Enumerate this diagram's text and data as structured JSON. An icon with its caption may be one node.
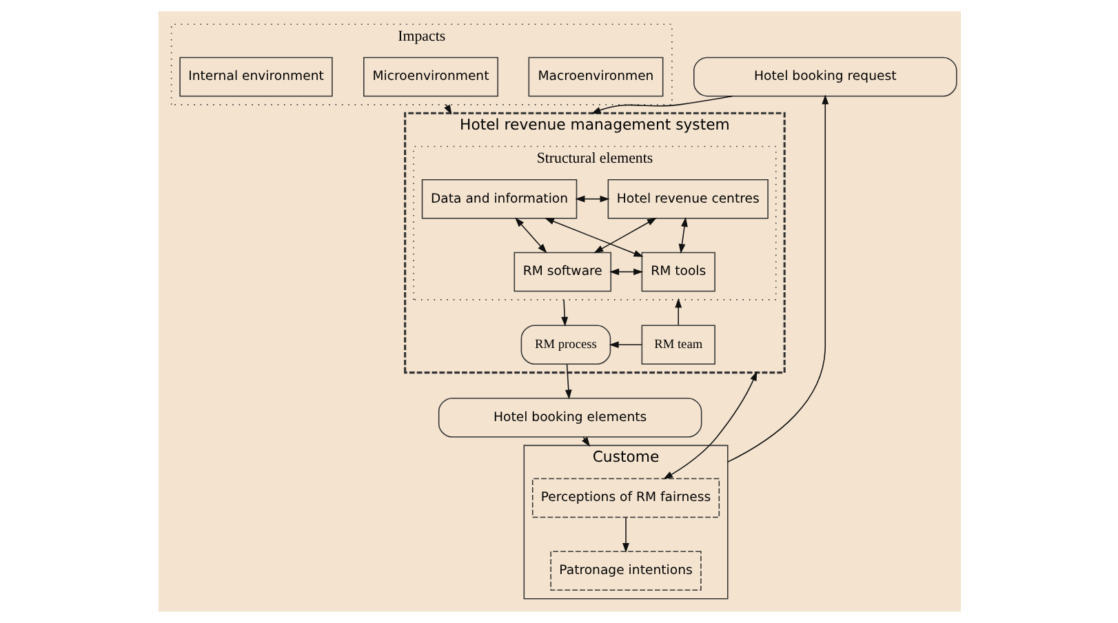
{
  "diagram": {
    "nodes": [
      {
        "text": [
          "Hotel booking request"
        ]
      },
      {
        "text": [
          "Custome"
        ]
      },
      {
        "text": [
          "Patronage intentions"
        ],
        "in": 1
      },
      {
        "text": [
          "Perceptions of RM fairness"
        ],
        "in": 1
      },
      {
        "text": [
          "Hotel revenue management system"
        ]
      },
      {
        "text": [
          "Structural elements"
        ],
        "in": 4
      },
      {
        "text": [
          "Data and information"
        ],
        "in": 5
      },
      {
        "text": [
          "Hotel revenue centres"
        ],
        "in": 5
      },
      {
        "text": [
          "RM software"
        ],
        "in": 5
      },
      {
        "text": [
          "RM tools"
        ],
        "in": 5
      },
      {
        "text": [
          "RM process"
        ],
        "in": 4
      },
      {
        "text": [
          "RM team"
        ],
        "in": 4
      },
      {
        "text": [
          "Impacts"
        ]
      },
      {
        "text": [
          "Macroenvironmen"
        ],
        "in": 12
      },
      {
        "text": [
          "Microenvironment"
        ],
        "in": 12
      },
      {
        "text": [
          "Internal environment"
        ],
        "in": 12
      },
      {
        "text": [
          "Hotel booking elements"
        ]
      }
    ],
    "edges": [
      {
        "from": 1,
        "to": 0,
        "arrow": "to"
      },
      {
        "from": 0,
        "to": 4,
        "arrow": "to"
      },
      {
        "from": 3,
        "to": 2,
        "arrow": "to"
      },
      {
        "from": 3,
        "to": 4,
        "arrow": "both"
      },
      {
        "from": 12,
        "to": 4,
        "arrow": "to"
      },
      {
        "from": 6,
        "to": 7,
        "arrow": "both"
      },
      {
        "from": 6,
        "to": 8,
        "arrow": "both"
      },
      {
        "from": 6,
        "to": 9,
        "arrow": "both"
      },
      {
        "from": 7,
        "to": 8,
        "arrow": "both"
      },
      {
        "from": 7,
        "to": 9,
        "arrow": "both"
      },
      {
        "from": 8,
        "to": 9,
        "arrow": "both"
      },
      {
        "from": 5,
        "to": 10,
        "arrow": "to"
      },
      {
        "from": 11,
        "to": 5,
        "arrow": "to"
      },
      {
        "from": 11,
        "to": 10,
        "arrow": "to"
      },
      {
        "from": 10,
        "to": 16,
        "arrow": "to"
      },
      {
        "from": 16,
        "to": 1,
        "arrow": "to"
      }
    ]
  }
}
